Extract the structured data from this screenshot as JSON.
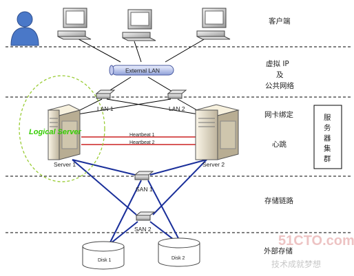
{
  "layers": {
    "client": "客户端",
    "virtual_ip_1": "虚拟 IP",
    "virtual_ip_2": "及",
    "virtual_ip_3": "公共网络",
    "nic_bonding": "网卡绑定",
    "heartbeat": "心跳",
    "storage_link": "存储链路",
    "external_storage": "外部存储"
  },
  "cluster_box": [
    "服",
    "务",
    "器",
    "集",
    "群"
  ],
  "nodes": {
    "external_lan": "External LAN",
    "lan1": "LAN 1",
    "lan2": "LAN 2",
    "logical_server": "Logical Server",
    "server1": "Server 1",
    "server2": "Server 2",
    "heartbeat1": "Heartbeat 1",
    "heartbeat2": "Heartbeat 2",
    "san1": "SAN 1",
    "san2": "SAN 2",
    "disk1": "Disk 1",
    "disk2": "Disk 2"
  },
  "watermark": {
    "line1": "51CTO.com",
    "line2": "技术成就梦想"
  },
  "colors": {
    "san_link": "#1a2f9a",
    "heartbeat": "#cc2222",
    "logical_ellipse": "#99cc33",
    "divider": "#000000"
  }
}
